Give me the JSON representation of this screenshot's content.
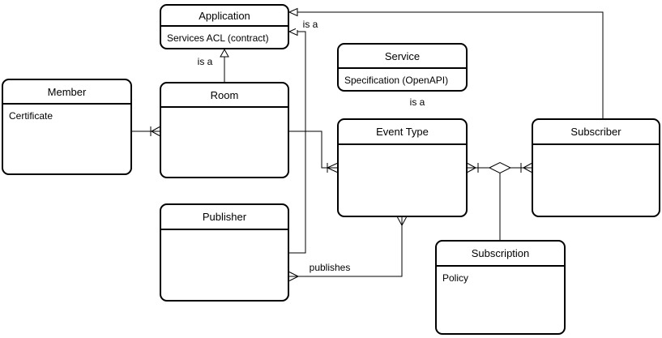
{
  "diagram": {
    "background_color": "#ffffff",
    "stroke_color": "#000000",
    "entities": [
      {
        "title": "Application",
        "attribute": "Services ACL (contract)"
      },
      {
        "title": "Member",
        "attribute": "Certificate"
      },
      {
        "title": "Room",
        "attribute": ""
      },
      {
        "title": "Service",
        "attribute": "Specification (OpenAPI)"
      },
      {
        "title": "Event Type",
        "attribute": ""
      },
      {
        "title": "Subscriber",
        "attribute": ""
      },
      {
        "title": "Publisher",
        "attribute": ""
      },
      {
        "title": "Subscription",
        "attribute": "Policy"
      }
    ],
    "labels": [
      {
        "text": "is a"
      },
      {
        "text": "is a"
      },
      {
        "text": "is a"
      },
      {
        "text": "publishes"
      }
    ],
    "relationships": [
      {
        "from": "Member",
        "to": "Room",
        "type": "one-to-many",
        "marker_at_to": "bar-crowfoot"
      },
      {
        "from": "Room",
        "to": "Application",
        "type": "inheritance",
        "label": "is a"
      },
      {
        "from": "Room",
        "to": "Event Type",
        "type": "one-to-many",
        "marker_at_to": "bar-crowfoot"
      },
      {
        "from": "Publisher",
        "to": "Application",
        "type": "inheritance",
        "label": "is a"
      },
      {
        "from": "Subscriber",
        "to": "Application",
        "type": "inheritance",
        "label": "is a"
      },
      {
        "from": "Event Type",
        "to": "Service",
        "type": "inheritance",
        "label": "is a"
      },
      {
        "from": "Publisher",
        "to": "Event Type",
        "type": "many-to-many",
        "label": "publishes"
      },
      {
        "from": "Event Type",
        "to": "Subscriber",
        "type": "many-to-many-association-diamond"
      },
      {
        "from": "association-diamond",
        "to": "Subscription",
        "type": "link"
      }
    ]
  }
}
